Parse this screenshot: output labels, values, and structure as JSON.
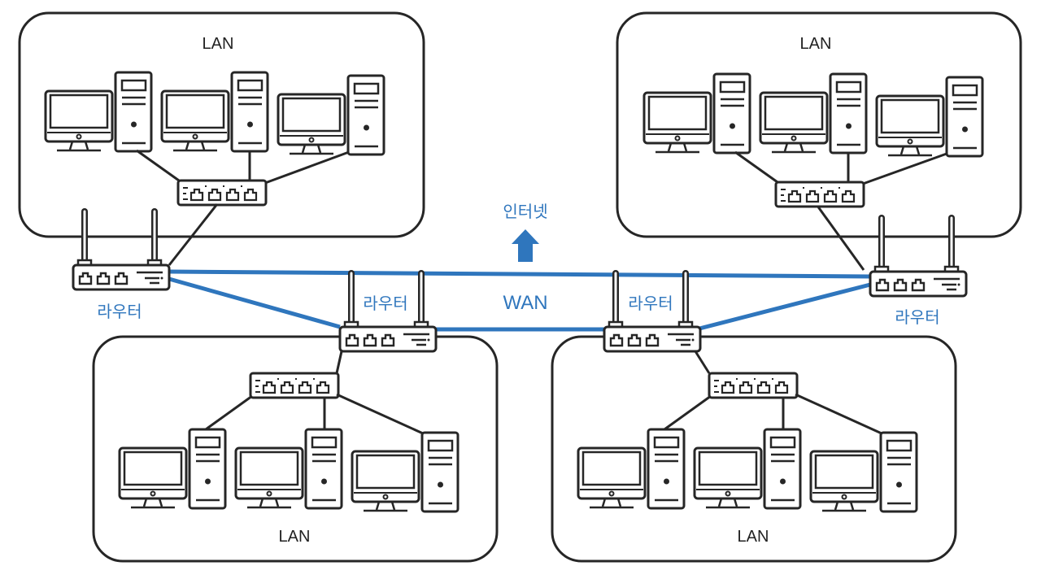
{
  "diagram": {
    "title": "LAN / WAN network diagram",
    "colors": {
      "outline": "#262626",
      "accent": "#2f76bd",
      "background": "#ffffff"
    },
    "lans": [
      {
        "id": "lan-top-left",
        "label": "LAN",
        "computers": 3,
        "switch_ports": 4
      },
      {
        "id": "lan-top-right",
        "label": "LAN",
        "computers": 3,
        "switch_ports": 4
      },
      {
        "id": "lan-bottom-left",
        "label": "LAN",
        "computers": 3,
        "switch_ports": 4
      },
      {
        "id": "lan-bottom-right",
        "label": "LAN",
        "computers": 3,
        "switch_ports": 4
      }
    ],
    "routers": [
      {
        "id": "router-left",
        "label": "라우터"
      },
      {
        "id": "router-center-left",
        "label": "라우터"
      },
      {
        "id": "router-center-right",
        "label": "라우터"
      },
      {
        "id": "router-right",
        "label": "라우터"
      }
    ],
    "wan_label": "WAN",
    "internet_label": "인터넷",
    "internet_icon": "arrow-up-icon"
  }
}
